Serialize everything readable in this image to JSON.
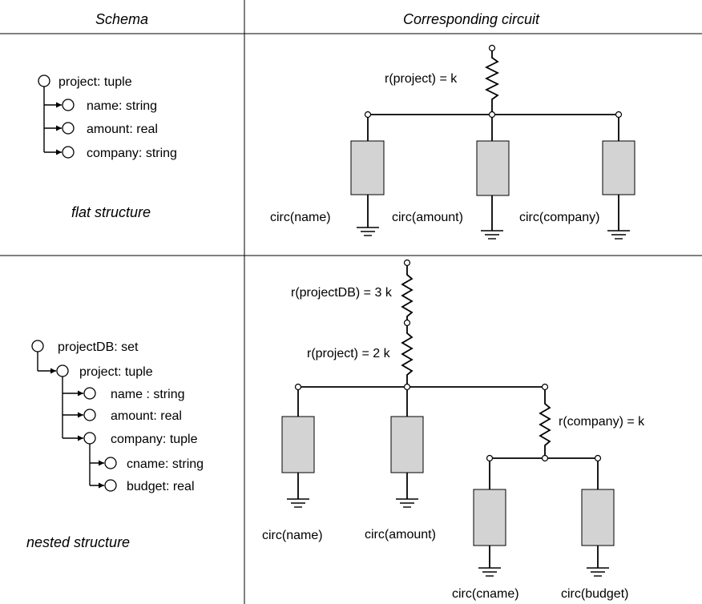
{
  "headers": {
    "schema": "Schema",
    "circuit": "Corresponding circuit"
  },
  "flat": {
    "caption": "flat structure",
    "tree": {
      "root": "project: tuple",
      "children": [
        "name: string",
        "amount: real",
        "company: string"
      ]
    },
    "circuit": {
      "resistor": "r(project) = k",
      "circs": [
        "circ(name)",
        "circ(amount)",
        "circ(company)"
      ]
    }
  },
  "nested": {
    "caption": "nested structure",
    "tree": {
      "root": "projectDB: set",
      "level1": "project: tuple",
      "level2": [
        "name : string",
        "amount: real",
        "company: tuple"
      ],
      "level3": [
        "cname: string",
        "budget: real"
      ]
    },
    "circuit": {
      "r_projectdb": "r(projectDB) = 3 k",
      "r_project": "r(project) = 2 k",
      "r_company": "r(company) = k",
      "circs": [
        "circ(name)",
        "circ(amount)",
        "circ(cname)",
        "circ(budget)"
      ]
    }
  }
}
